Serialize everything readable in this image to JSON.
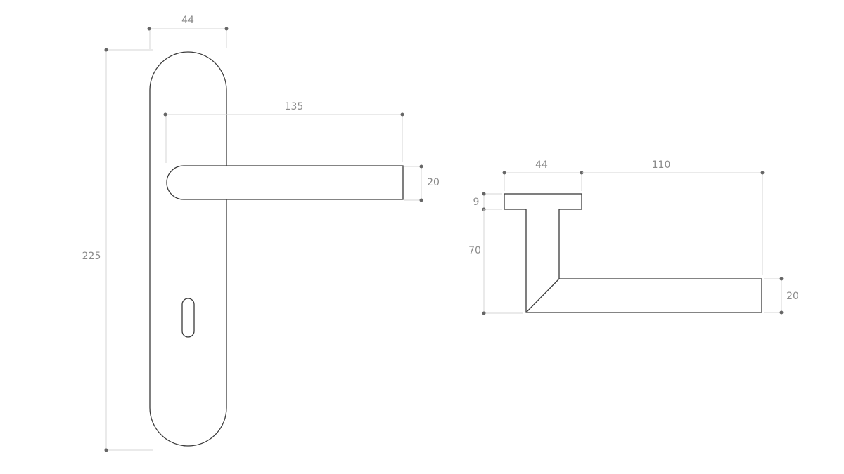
{
  "front_view": {
    "plate_width": "44",
    "plate_height": "225",
    "lever_length": "135",
    "lever_thickness": "20"
  },
  "side_view": {
    "rose_diameter": "44",
    "lever_projection": "110",
    "rose_thickness": "9",
    "lever_offset": "70",
    "lever_thickness": "20"
  },
  "colors": {
    "outline": "#3a3a3a",
    "dimension": "#d6d6d6",
    "label": "#8a8a8a"
  }
}
